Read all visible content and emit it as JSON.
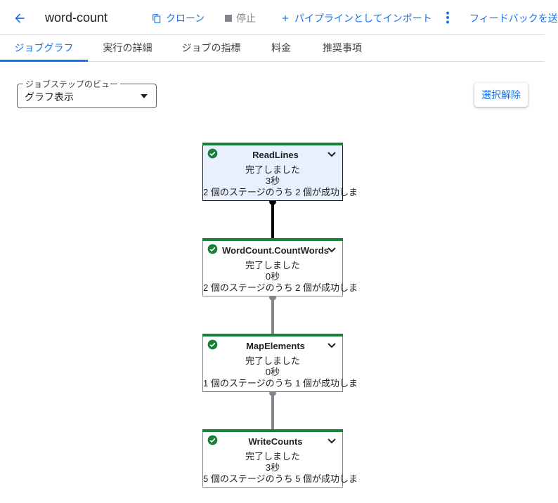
{
  "header": {
    "title": "word-count",
    "actions": {
      "clone": "クローン",
      "stop": "停止",
      "import_pipeline": "パイプラインとしてインポート",
      "feedback": "フィードバックを送"
    }
  },
  "tabs": [
    {
      "label": "ジョブグラフ",
      "active": true
    },
    {
      "label": "実行の詳細",
      "active": false
    },
    {
      "label": "ジョブの指標",
      "active": false
    },
    {
      "label": "料金",
      "active": false
    },
    {
      "label": "推奨事項",
      "active": false
    }
  ],
  "view_select": {
    "label": "ジョブステップのビュー",
    "value": "グラフ表示"
  },
  "deselect_label": "選択解除",
  "colors": {
    "accent": "#1a73e8",
    "success": "#188038",
    "selected_node_bg": "#e8f0fe"
  },
  "graph": {
    "nodes": [
      {
        "name": "ReadLines",
        "status": "完了しました",
        "duration": "3秒",
        "stages": "2 個のステージのうち 2 個が成功しま",
        "selected": true
      },
      {
        "name": "WordCount.CountWords",
        "status": "完了しました",
        "duration": "0秒",
        "stages": "2 個のステージのうち 2 個が成功しま",
        "selected": false
      },
      {
        "name": "MapElements",
        "status": "完了しました",
        "duration": "0秒",
        "stages": "1 個のステージのうち 1 個が成功しま",
        "selected": false
      },
      {
        "name": "WriteCounts",
        "status": "完了しました",
        "duration": "3秒",
        "stages": "5 個のステージのうち 5 個が成功しま",
        "selected": false
      }
    ]
  }
}
